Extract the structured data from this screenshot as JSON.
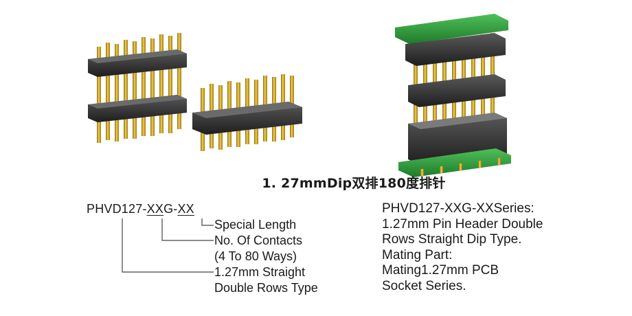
{
  "caption": "1. 27mmDip双排180度排针",
  "part_code": {
    "prefix": "PHVD127-",
    "contacts": "XX",
    "mid": "G-",
    "length": "XX"
  },
  "legend": {
    "special_length": "Special Length",
    "contacts_line1": "No. Of Contacts",
    "contacts_line2": "(4 To 80 Ways)",
    "type_line1": "1.27mm Straight",
    "type_line2": "Double Rows Type"
  },
  "description": [
    "PHVD127-XXG-XXSeries:",
    "1.27mm Pin Header Double",
    "Rows Straight Dip Type.",
    "Mating Part:",
    "Mating1.27mm PCB",
    "Socket Series."
  ],
  "colors": {
    "body_black": "#2b2b2b",
    "pin_gold": "#d9a81e",
    "pcb_green": "#2f9a3a"
  }
}
